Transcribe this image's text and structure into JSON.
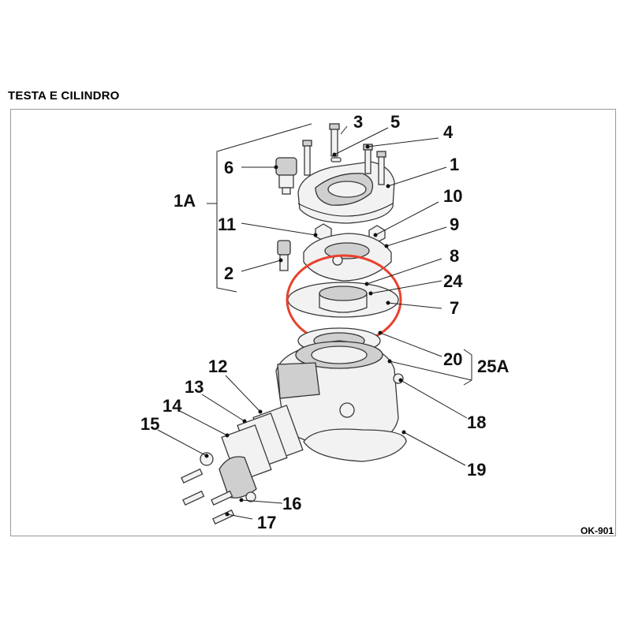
{
  "header": {
    "title": "TESTA E CILINDRO"
  },
  "footer": {
    "ref_code": "OK-901"
  },
  "diagram": {
    "highlight_color": "#e8412c",
    "callouts": {
      "c1": "1",
      "c1a": "1A",
      "c2": "2",
      "c3": "3",
      "c4": "4",
      "c5": "5",
      "c6": "6",
      "c7": "7",
      "c8": "8",
      "c9": "9",
      "c10": "10",
      "c11": "11",
      "c12": "12",
      "c13": "13",
      "c14": "14",
      "c15": "15",
      "c16": "16",
      "c17": "17",
      "c18": "18",
      "c19": "19",
      "c20": "20",
      "c24": "24",
      "c25a": "25A"
    }
  }
}
